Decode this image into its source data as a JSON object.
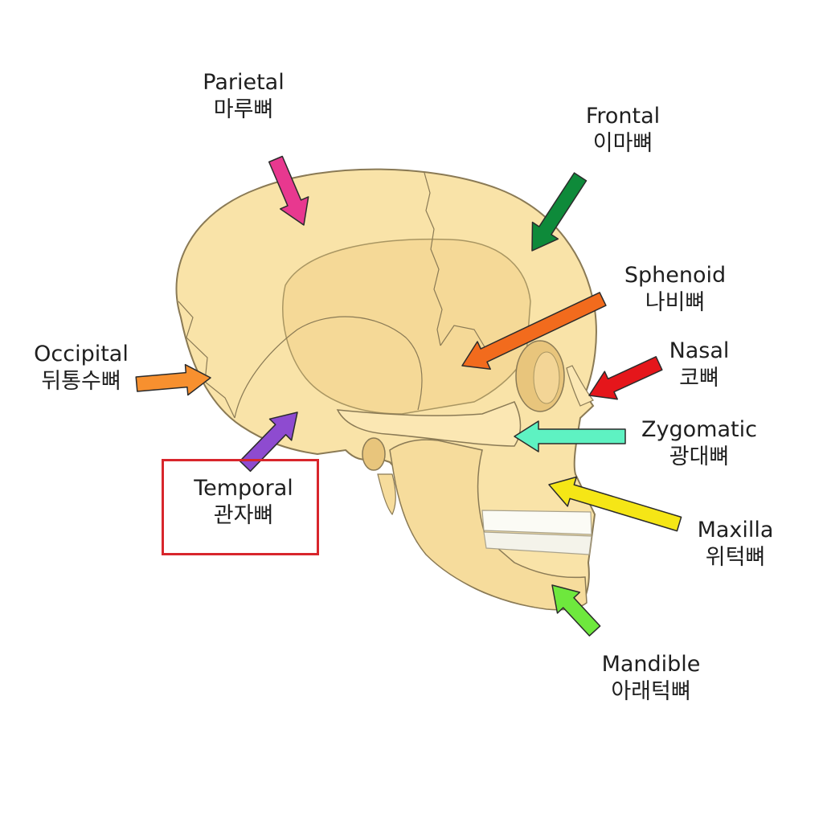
{
  "figure": {
    "type": "anatomical-diagram",
    "subject": "Human skull, lateral view",
    "highlighted_label": "temporal"
  },
  "labels": {
    "parietal": {
      "en": "Parietal",
      "ko": "마루뼈",
      "arrow_color": "#e8388f"
    },
    "frontal": {
      "en": "Frontal",
      "ko": "이마뼈",
      "arrow_color": "#0e8a3a"
    },
    "sphenoid": {
      "en": "Sphenoid",
      "ko": "나비뼈",
      "arrow_color": "#f26b1d"
    },
    "nasal": {
      "en": "Nasal",
      "ko": "코뼈",
      "arrow_color": "#e5161b"
    },
    "occipital": {
      "en": "Occipital",
      "ko": "뒤통수뼈",
      "arrow_color": "#f7902f"
    },
    "zygomatic": {
      "en": "Zygomatic",
      "ko": "광대뼈",
      "arrow_color": "#5ef2c2"
    },
    "temporal": {
      "en": "Temporal",
      "ko": "관자뼈",
      "arrow_color": "#8e4bd0"
    },
    "maxilla": {
      "en": "Maxilla",
      "ko": "위턱뼈",
      "arrow_color": "#f5e616"
    },
    "mandible": {
      "en": "Mandible",
      "ko": "아래턱뼈",
      "arrow_color": "#6ee83d"
    }
  },
  "colors": {
    "bone": "#f9e3a8",
    "bone_shadow": "#ecc980",
    "bone_outline": "#8a7a55",
    "teeth": "#fbfbf5",
    "highlight_box": "#d8262c"
  }
}
